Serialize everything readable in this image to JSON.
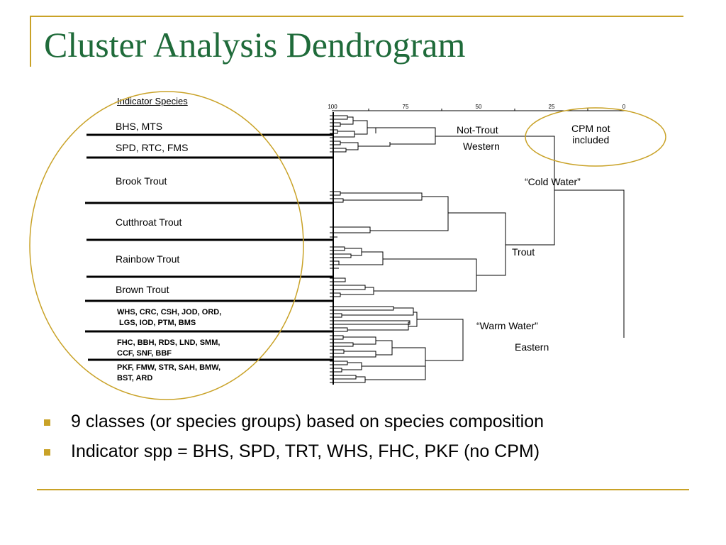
{
  "slide": {
    "title": "Cluster Analysis Dendrogram",
    "accent_color": "#c9a227",
    "title_color": "#1f6b3a"
  },
  "indicator": {
    "header": "Indicator Species",
    "groups": [
      "BHS, MTS",
      "SPD, RTC, FMS",
      "Brook Trout",
      "Cutthroat Trout",
      "Rainbow Trout",
      "Brown Trout",
      "WHS, CRC, CSH, JOD, ORD,\n LGS, IOD, PTM, BMS",
      "FHC, BBH, RDS, LND, SMM,\nCCF, SNF, BBF",
      "PKF, FMW, STR, SAH, BMW,\nBST, ARD"
    ]
  },
  "dendrogram": {
    "scale_ticks": [
      "100",
      "75",
      "50",
      "25",
      "0"
    ]
  },
  "annotations": {
    "not_trout": "Not-Trout",
    "western": "Western",
    "cpm_note": "CPM not\nincluded",
    "cold_water": "“Cold Water”",
    "trout": "Trout",
    "warm_water": "“Warm Water”",
    "eastern": "Eastern"
  },
  "bullets": [
    "9 classes (or species groups) based on species composition",
    "Indicator spp = BHS, SPD, TRT, WHS, FHC, PKF (no CPM)"
  ]
}
